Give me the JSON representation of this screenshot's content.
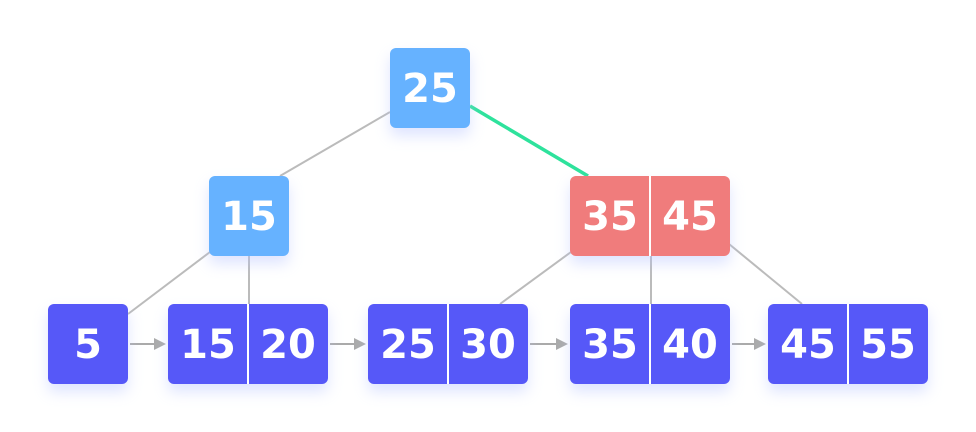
{
  "colors": {
    "root": "#66b2ff",
    "internal": "#66b2ff",
    "highlight": "#f07b7b",
    "leaf": "#5758f8",
    "edge": "#bbbbbb",
    "highlight_edge": "#2ee29c",
    "arrow": "#aaaaaa",
    "divider": "#ffffff"
  },
  "nodes": {
    "root": {
      "keys": [
        "25"
      ]
    },
    "internal_left": {
      "keys": [
        "15"
      ]
    },
    "internal_right": {
      "keys": [
        "35",
        "45"
      ]
    },
    "leaves": [
      {
        "keys": [
          "5"
        ]
      },
      {
        "keys": [
          "15",
          "20"
        ]
      },
      {
        "keys": [
          "25",
          "30"
        ]
      },
      {
        "keys": [
          "35",
          "40"
        ]
      },
      {
        "keys": [
          "45",
          "55"
        ]
      }
    ]
  }
}
